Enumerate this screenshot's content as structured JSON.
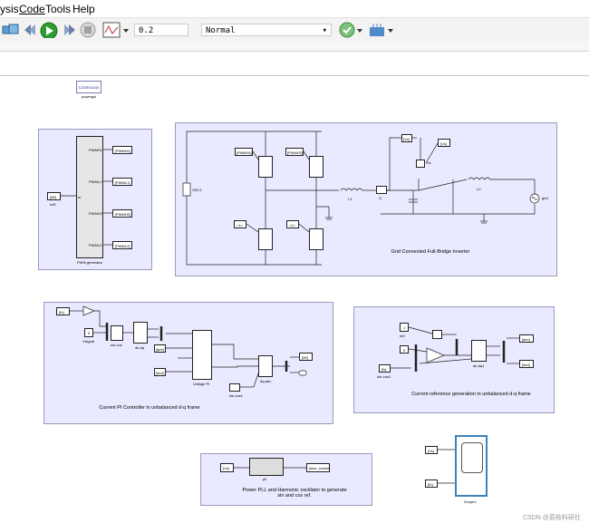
{
  "menu": {
    "items": [
      "ysis",
      "Code",
      "Tools",
      "Help"
    ]
  },
  "toolbar": {
    "stop_time": "0.2",
    "sim_mode": "Normal"
  },
  "icons": [
    "library-icon",
    "step-back-icon",
    "run-icon",
    "step-forward-icon",
    "stop-icon",
    "scope-icon",
    "check-icon",
    "grid-icon"
  ],
  "colors": {
    "area_fill": "#e9e9ff",
    "run_green": "#2e9b2e",
    "scope_blue": "#3d82b8"
  },
  "powergui": {
    "title": "Continuous",
    "name": "powergui"
  },
  "pwm_area": {
    "block_name": "PWM generator",
    "input_label": "m",
    "outputs": [
      "PWMH1",
      "PWML1",
      "PWMH2",
      "PWML2"
    ],
    "out_tags": [
      "[PWMH1]",
      "[PWML1]",
      "[PWMH2]",
      "[PWML2]"
    ],
    "from_tag": "[Mf]",
    "ref_label": "ref1"
  },
  "inverter_area": {
    "title": "Grid Connected Full-Bridge Inverter",
    "dc_source": "VDC1",
    "gates_top": [
      "[PWMH1]",
      "[PWMH2]"
    ],
    "gates_bottom": [
      "<1>",
      "<1>"
    ],
    "l1": "L1",
    "i1": "I1",
    "l2": "L2",
    "grid": "grid",
    "vs": "Vs",
    "tags": [
      "[Vs]",
      "[Vs]"
    ]
  },
  "pi_area": {
    "title": "Current PI Controller in unbalanced d-q frame",
    "inputs": [
      "[Ih]",
      "[ipre]",
      "[iInd]"
    ],
    "const": "0",
    "vsignal": "Vsignal",
    "blocks": [
      "sin-cos",
      "ab-dq",
      "Voltage PI",
      "dq-abc"
    ],
    "out_tags": [
      "[Mf]"
    ],
    "sin_cos2": "sin-cos1",
    "out_port": "1"
  },
  "ref_area": {
    "title": "Current reference generation in unbalanced d-q frame",
    "inputs": [
      "1",
      "0",
      "[fs]"
    ],
    "labels": [
      "iref",
      "sin-cos3"
    ],
    "block": "ab-dq1",
    "out_tags": [
      "[ipre]",
      "[iInd]"
    ]
  },
  "pll_area": {
    "title": "Power PLL and Harmonic oscillator to generate sin and cos ref.",
    "in_tag": "[Vs]",
    "block": "pll",
    "out_tag": "[sine_cosine]"
  },
  "scope": {
    "inputs": [
      "[Vs]",
      "[Ih]"
    ],
    "name": "Scope1"
  },
  "watermark": "CSDN @荔枝科研社"
}
